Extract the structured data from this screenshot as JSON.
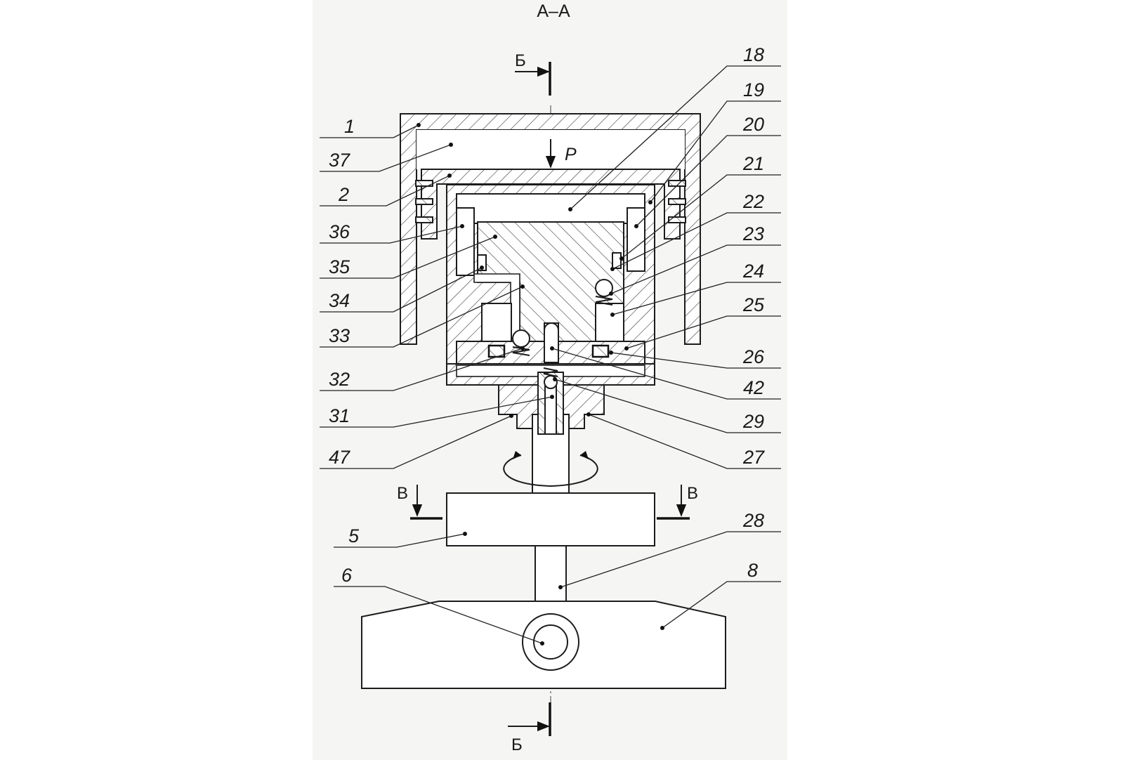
{
  "title": "A–A",
  "section_marks": {
    "b_top": "Б",
    "b_bottom": "Б",
    "v_left": "В",
    "v_right": "В"
  },
  "force_label": "P",
  "callouts_left": [
    "1",
    "37",
    "2",
    "36",
    "35",
    "34",
    "33",
    "32",
    "31",
    "47",
    "5",
    "6"
  ],
  "callouts_right": [
    "18",
    "19",
    "20",
    "21",
    "22",
    "23",
    "24",
    "25",
    "26",
    "42",
    "29",
    "27",
    "28",
    "8"
  ]
}
